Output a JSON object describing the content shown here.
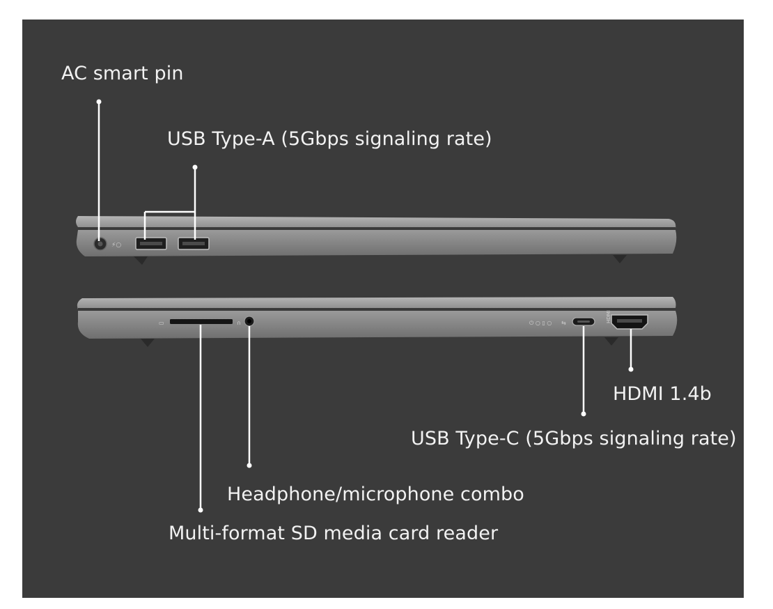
{
  "callouts": {
    "ac_smart_pin": "AC smart pin",
    "usb_type_a": "USB Type-A (5Gbps signaling rate)",
    "hdmi": "HDMI 1.4b",
    "usb_type_c": "USB Type-C (5Gbps signaling rate)",
    "headphone_combo": "Headphone/microphone combo",
    "sd_card_reader": "Multi-format SD media card reader"
  },
  "colors": {
    "background": "#3b3b3b",
    "laptop_body": "#8f8f8f",
    "text": "#f2f2f2",
    "leader_line": "#ffffff"
  }
}
